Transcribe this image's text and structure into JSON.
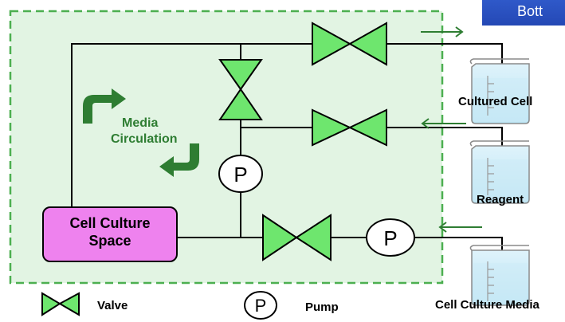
{
  "header": {
    "badge_text": "Bott"
  },
  "diagram": {
    "labels": {
      "circulation_line1": "Media",
      "circulation_line2": "Circulation",
      "culture_space_line1": "Cell Culture",
      "culture_space_line2": "Space",
      "pump_symbol": "P",
      "beaker_top": "Cultured Cell",
      "beaker_mid": "Reagent",
      "beaker_bottom": "Cell Culture Media"
    },
    "legend": {
      "valve_label": "Valve",
      "pump_label": "Pump",
      "pump_symbol": "P"
    }
  },
  "colors": {
    "region_fill": "#e2f4e3",
    "region_border": "#4caf50",
    "valve_fill": "#6ee66e",
    "flow_arrow": "#2e7d32",
    "culture_space_fill": "#ee82ee",
    "badge_fill": "#2448b5"
  },
  "icons": [
    "valve-icon",
    "pump-icon",
    "curved-arrow-icon",
    "beaker-icon",
    "flow-arrow-icon"
  ]
}
